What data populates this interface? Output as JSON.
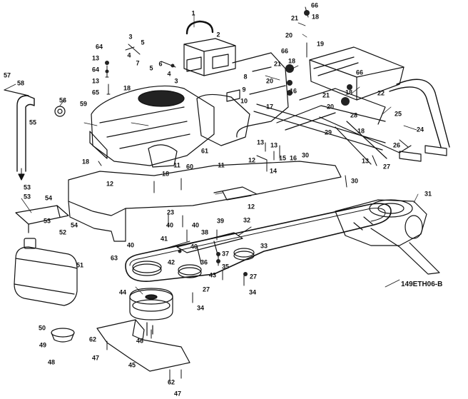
{
  "figure_code": "149ETH06-B",
  "callouts": [
    "1",
    "2",
    "3",
    "4",
    "5",
    "6",
    "7",
    "8",
    "9",
    "10",
    "11",
    "12",
    "13",
    "14",
    "15",
    "16",
    "17",
    "18",
    "19",
    "20",
    "21",
    "22",
    "23",
    "24",
    "25",
    "26",
    "27",
    "28",
    "29",
    "30",
    "31",
    "32",
    "33",
    "34",
    "35",
    "36",
    "37",
    "38",
    "39",
    "40",
    "41",
    "42",
    "43",
    "44",
    "45",
    "46",
    "47",
    "48",
    "49",
    "50",
    "51",
    "52",
    "53",
    "54",
    "55",
    "56",
    "57",
    "58",
    "59",
    "60",
    "61",
    "62",
    "63",
    "64",
    "65",
    "66"
  ]
}
